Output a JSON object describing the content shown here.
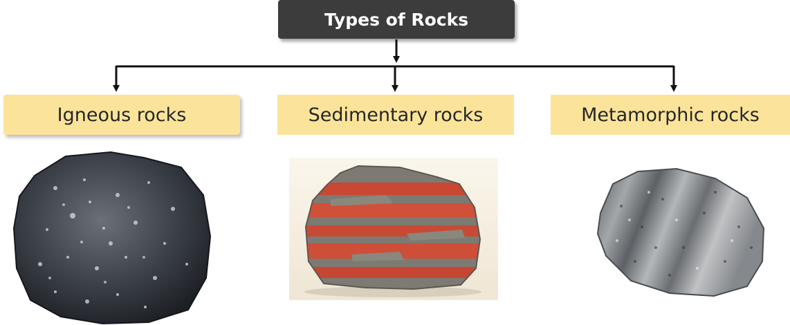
{
  "title": "Types of Rocks",
  "categories": [
    {
      "label": "Igneous rocks",
      "image": "igneous-rock-photo"
    },
    {
      "label": "Sedimentary rocks",
      "image": "sedimentary-rock-photo"
    },
    {
      "label": "Metamorphic rocks",
      "image": "metamorphic-rock-photo"
    }
  ],
  "colors": {
    "title_bg": "#3c3c3c",
    "title_text": "#ffffff",
    "category_bg": "#fbe49a",
    "category_text": "#262626",
    "connector": "#111111"
  }
}
